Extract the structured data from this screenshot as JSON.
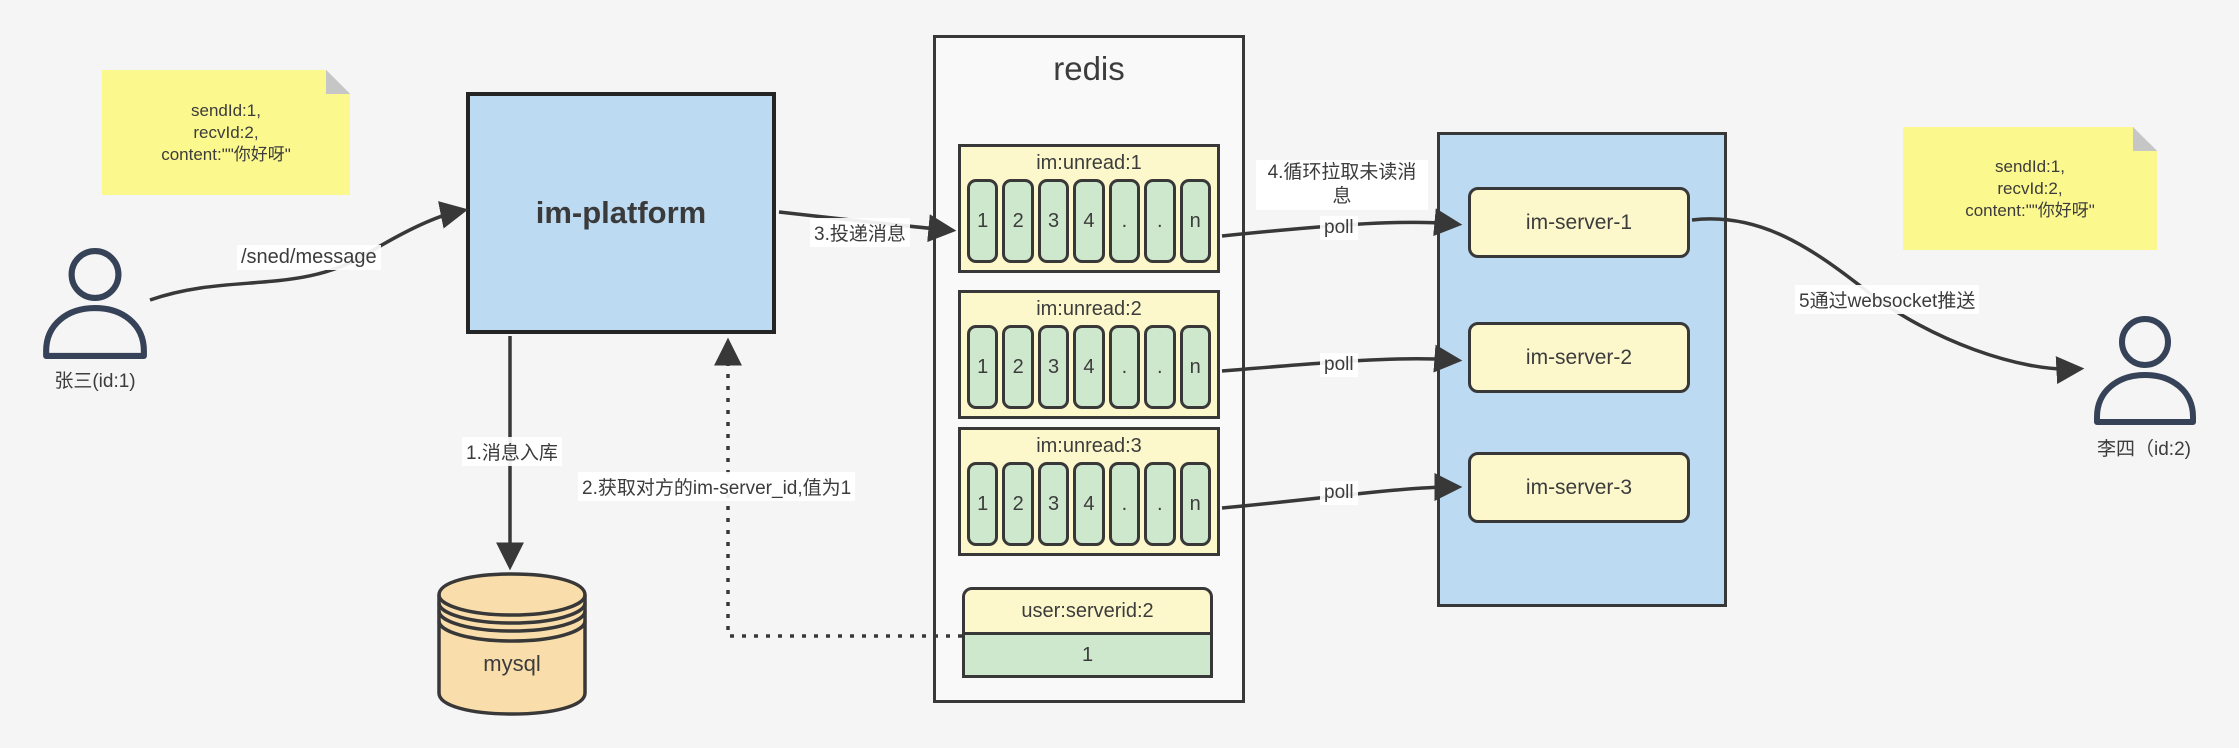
{
  "colors": {
    "background": "#f5f5f5",
    "container_blue": "#bcdbf3",
    "box_yellow": "#fcf8cb",
    "cell_green": "#cde8cd",
    "note_yellow": "#fbf88e",
    "mysql_tan": "#f9deab",
    "line_dark": "#383838"
  },
  "notes": {
    "left": {
      "lines": [
        "sendId:1,",
        "recvId:2,",
        "content:\"\"你好呀\""
      ]
    },
    "right": {
      "lines": [
        "sendId:1,",
        "recvId:2,",
        "content:\"\"你好呀\""
      ]
    }
  },
  "actors": {
    "sender": {
      "label": "张三(id:1)"
    },
    "receiver": {
      "label": "李四（id:2)"
    }
  },
  "platform": {
    "label": "im-platform"
  },
  "database": {
    "label": "mysql"
  },
  "redis": {
    "title": "redis",
    "queues": [
      {
        "header": "im:unread:1",
        "cells": [
          "1",
          "2",
          "3",
          "4",
          ".",
          ".",
          "n"
        ]
      },
      {
        "header": "im:unread:2",
        "cells": [
          "1",
          "2",
          "3",
          "4",
          ".",
          ".",
          "n"
        ]
      },
      {
        "header": "im:unread:3",
        "cells": [
          "1",
          "2",
          "3",
          "4",
          ".",
          ".",
          "n"
        ]
      }
    ],
    "kv": {
      "header": "user:serverid:2",
      "value": "1"
    }
  },
  "servers": {
    "items": [
      {
        "label": "im-server-1"
      },
      {
        "label": "im-server-2"
      },
      {
        "label": "im-server-3"
      }
    ]
  },
  "edges": {
    "send": "/sned/message",
    "store": "1.消息入库",
    "lookup": "2.获取对方的im-server_id,值为1",
    "deliver": "3.投递消息",
    "pull": "4.循环拉取未读消息",
    "poll_1": "poll",
    "poll_2": "poll",
    "poll_3": "poll",
    "push": "5通过websocket推送"
  }
}
